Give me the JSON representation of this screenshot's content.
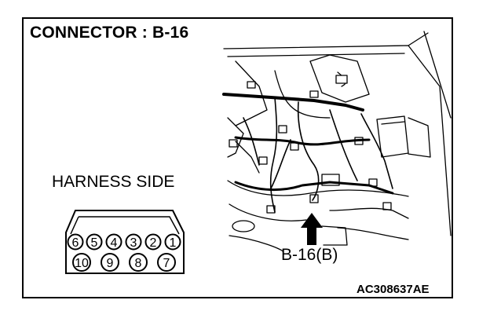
{
  "diagram": {
    "title": "CONNECTOR : B-16",
    "harness_label": "HARNESS SIDE",
    "callout_label": "B-16(B)",
    "figure_code": "AC308637AE",
    "connector": {
      "top_row_pins": [
        "6",
        "5",
        "4",
        "3",
        "2",
        "1"
      ],
      "bottom_row_pins": [
        "10",
        "9",
        "8",
        "7"
      ]
    }
  }
}
